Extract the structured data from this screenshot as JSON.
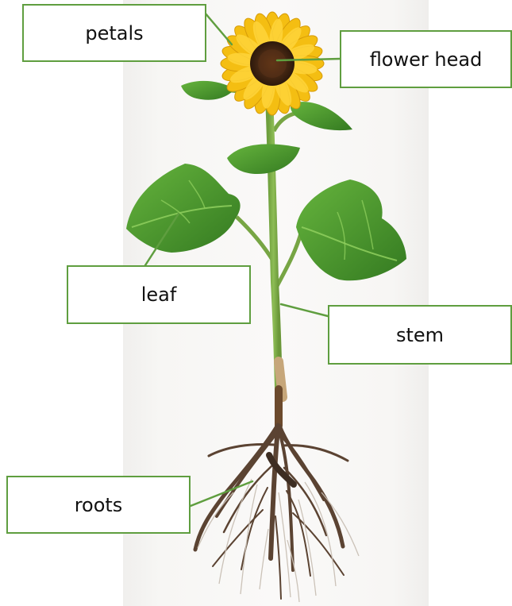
{
  "labels": {
    "petals": "petals",
    "flower_head": "flower head",
    "leaf": "leaf",
    "stem": "stem",
    "roots": "roots"
  },
  "colors": {
    "label_border": "#5f9e3f",
    "leader_line": "#5f9e3f",
    "petal": "#f4be12",
    "flower_center": "#4a2a14",
    "leaf": "#4e9b2d",
    "stem": "#7faf49",
    "root": "#5b4332"
  },
  "icons": [
    "sunflower-illustration"
  ]
}
